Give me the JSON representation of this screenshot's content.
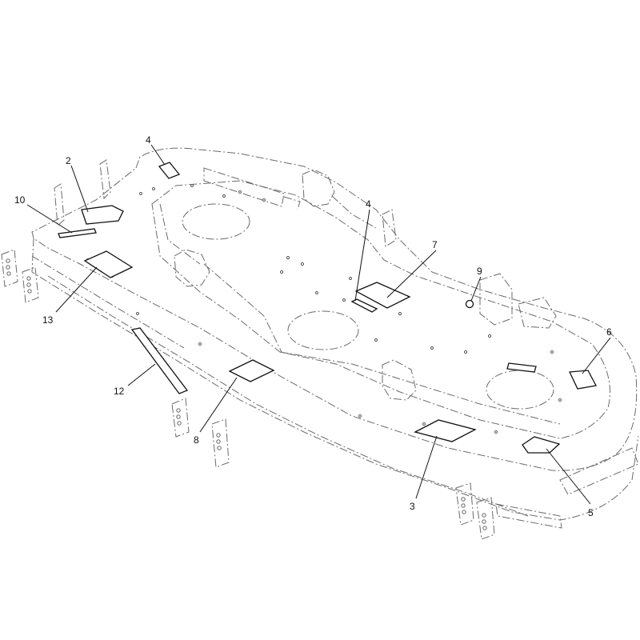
{
  "callouts": [
    {
      "id": "c2",
      "label": "2"
    },
    {
      "id": "c4a",
      "label": "4"
    },
    {
      "id": "c4b",
      "label": "4"
    },
    {
      "id": "c10",
      "label": "10"
    },
    {
      "id": "c7",
      "label": "7"
    },
    {
      "id": "c9",
      "label": "9"
    },
    {
      "id": "c13",
      "label": "13"
    },
    {
      "id": "c6",
      "label": "6"
    },
    {
      "id": "c12",
      "label": "12"
    },
    {
      "id": "c8",
      "label": "8"
    },
    {
      "id": "c3",
      "label": "3"
    },
    {
      "id": "c5",
      "label": "5"
    }
  ]
}
